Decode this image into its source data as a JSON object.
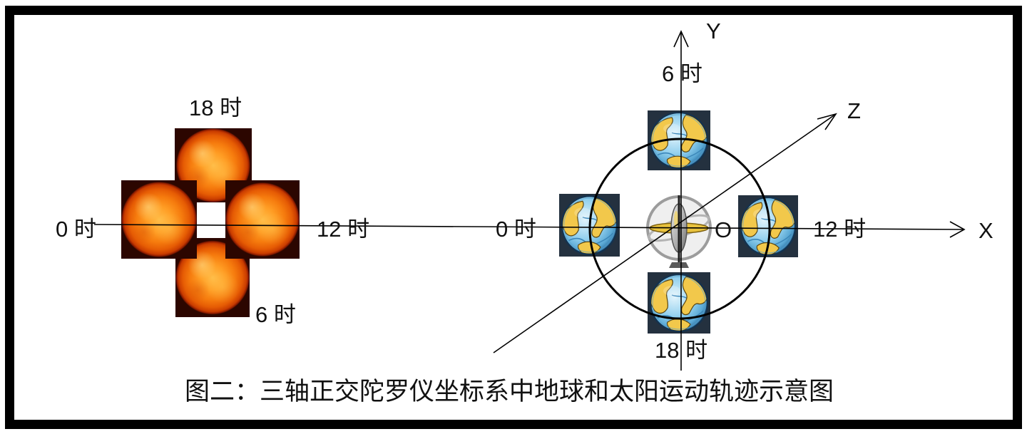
{
  "figure": {
    "caption": "图二：三轴正交陀罗仪坐标系中地球和太阳运动轨迹示意图"
  },
  "sun_group": {
    "icon": "sun-photo",
    "labels": {
      "top": "18 时",
      "left": "0 时",
      "right": "12 时",
      "bottom": "6 时"
    }
  },
  "earth_group": {
    "icon": "earth-globe",
    "center_icon": "gyroscope",
    "labels": {
      "top": "6 时",
      "left": "0 时",
      "right": "12 时",
      "bottom": "18 时"
    },
    "origin": "O"
  },
  "axes": {
    "x": "X",
    "y": "Y",
    "z": "Z"
  }
}
